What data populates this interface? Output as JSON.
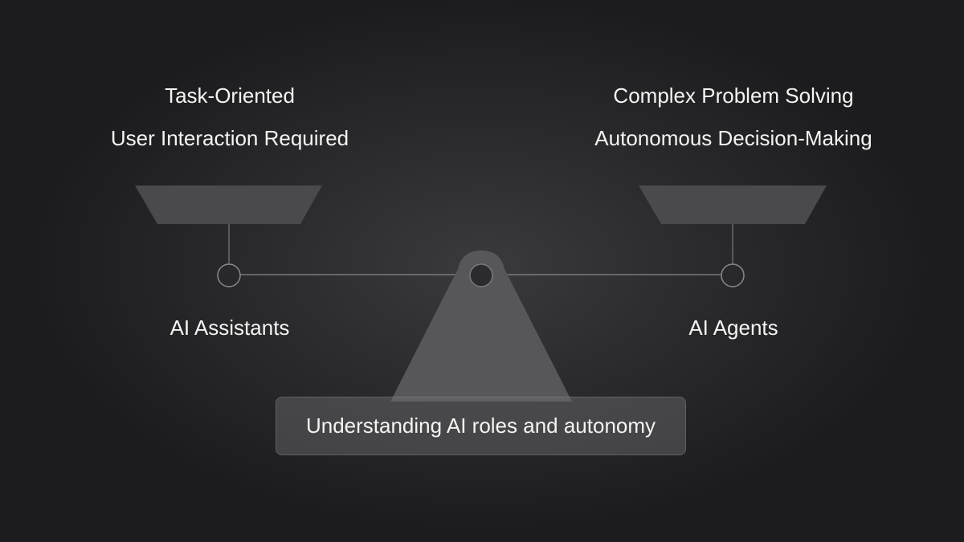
{
  "left": {
    "features": [
      "Task-Oriented",
      "User Interaction Required"
    ],
    "name": "AI Assistants"
  },
  "right": {
    "features": [
      "Complex Problem Solving",
      "Autonomous Decision-Making"
    ],
    "name": "AI Agents"
  },
  "caption": "Understanding AI roles and autonomy",
  "colors": {
    "background": "#1c1c1e",
    "pan": "#4a4a4c",
    "stand": "#5a5a5c",
    "text": "#f4f4f4"
  }
}
